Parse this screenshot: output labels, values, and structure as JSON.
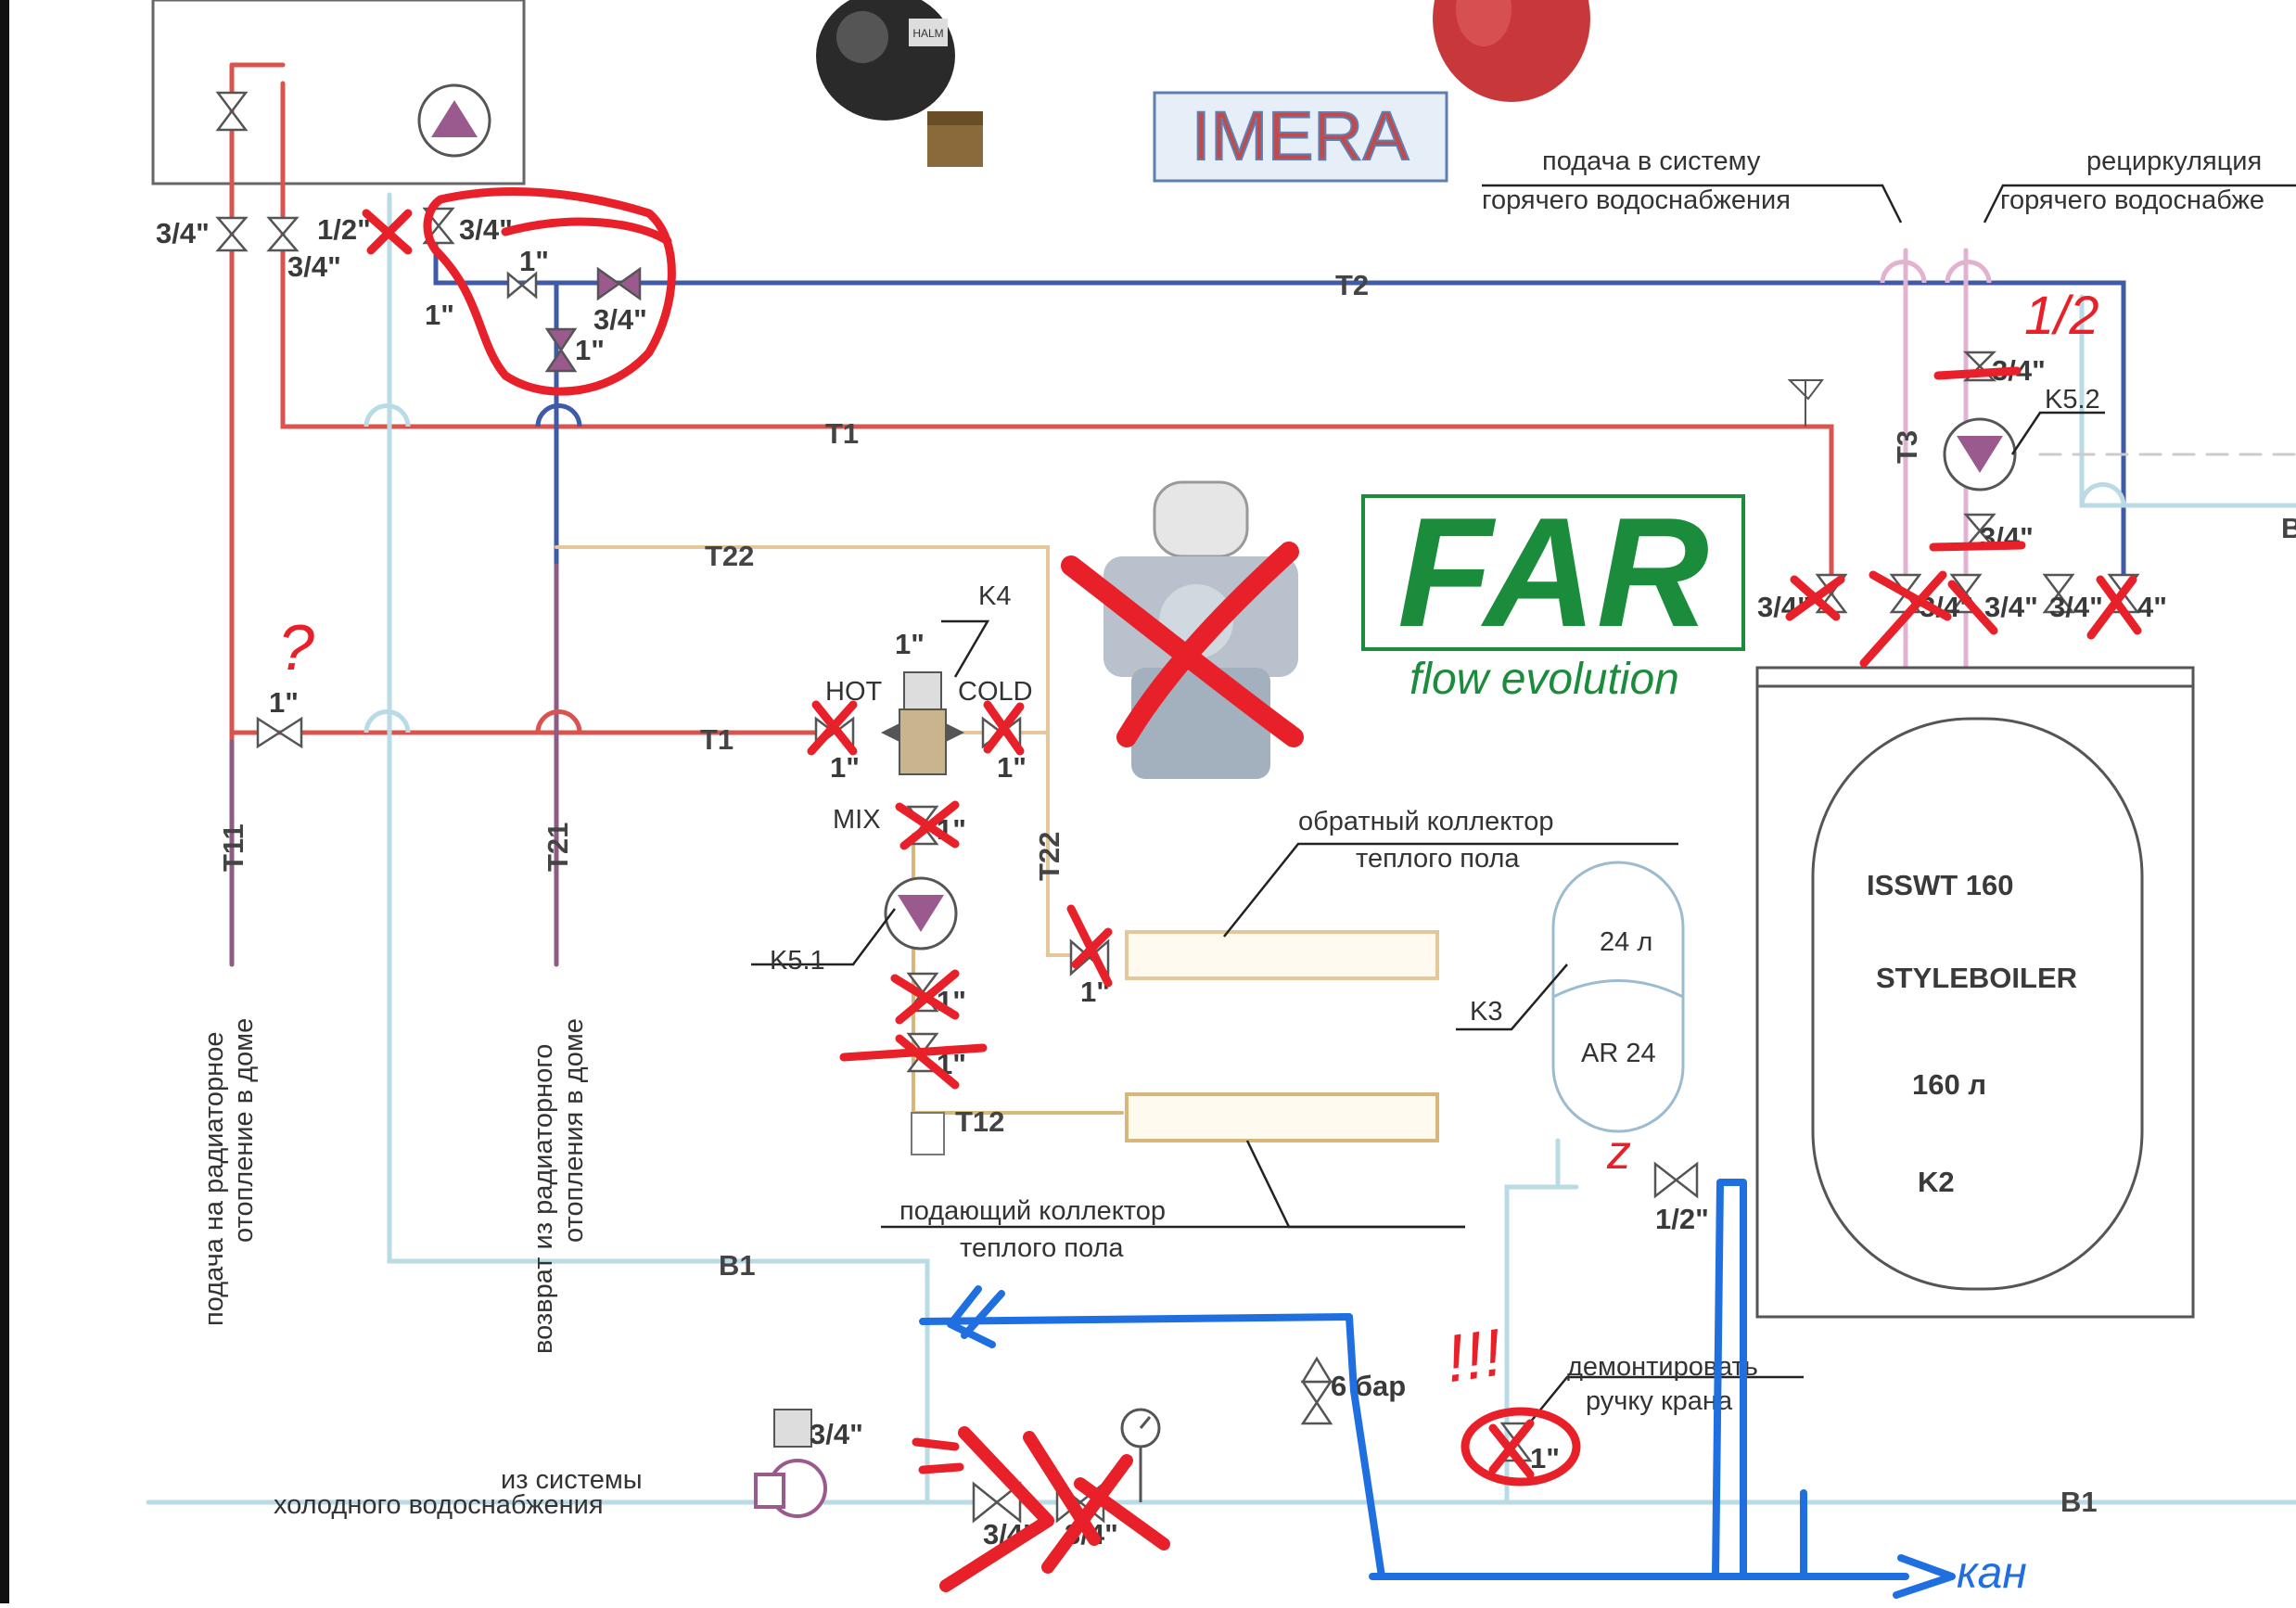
{
  "logos": {
    "imera": "IMERA",
    "far": "FAR",
    "far_tagline": "flow evolution",
    "pump_brand": "HALM"
  },
  "captions": {
    "hw_supply_line1": "подача в систему",
    "hw_supply_line2": "горячего водоснабжения",
    "hw_recirc_line1": "рециркуляция",
    "hw_recirc_line2": "горячего водоснабже",
    "return_floor_line1": "обратный коллектор",
    "return_floor_line2": "теплого пола",
    "supply_floor_line1": "подающий коллектор",
    "supply_floor_line2": "теплого пола",
    "radiator_supply_line1": "подача на радиаторное",
    "radiator_supply_line2": "отопление в доме",
    "radiator_return_line1": "возврат из радиаторного",
    "radiator_return_line2": "отопления в доме",
    "cold_water_line1": "из системы",
    "cold_water_line2": "холодного водоснабжения",
    "dismount_line1": "демонтировать",
    "dismount_line2": "ручку крана"
  },
  "pipes": {
    "t1_top": "T1",
    "t1_mid": "T1",
    "t2": "T2",
    "t3": "T3",
    "t11": "T11",
    "t12": "T12",
    "t21": "T21",
    "t22_top": "T22",
    "t22_side": "T22",
    "b1_left": "B1",
    "b1_right": "B1",
    "b_edge": "B"
  },
  "components": {
    "k4": "K4",
    "k5_1": "K5.1",
    "k5_2": "K5.2",
    "k3": "K3",
    "hot": "HOT",
    "cold": "COLD",
    "mix": "MIX",
    "tank_volume": "24 л",
    "tank_model": "AR 24",
    "boiler_model": "ISSWT 160",
    "boiler_brand": "STYLEBOILER",
    "boiler_volume": "160 л",
    "boiler_id": "K2",
    "relief_pressure": "6 бар"
  },
  "sizes": {
    "s34_a": "3/4\"",
    "s12_a": "1/2\"",
    "s34_b": "3/4\"",
    "s34_c": "3/4\"",
    "s1_a": "1\"",
    "s1_b": "1\"",
    "s34_d": "3/4\"",
    "s1_c": "1\"",
    "s1_k4": "1\"",
    "s1_t11": "1\"",
    "s1_hot": "1\"",
    "s1_cold": "1\"",
    "s1_mix": "1\"",
    "s1_ret": "1\"",
    "s1_pump": "1\"",
    "s1_below": "1\"",
    "s12_tank": "1/2\"",
    "s1_dismount": "1\"",
    "s34_cold": "3/4\"",
    "s34_cold2": "3/4\"",
    "s34_cold3": "3/4\"",
    "s34_boiler1": "3/4\"",
    "s34_boiler2": "3/4\"",
    "s34_boiler3": "3/4\"",
    "s34_boiler4": "3/4\"",
    "s34_boiler5": "4\"",
    "s34_k52": "3/4\"",
    "s34_k52b": "3/4\""
  },
  "annotations": {
    "half_inch": "1/2",
    "question": "?",
    "exclaim": "!!!",
    "z_mark": "z",
    "kan": "кан"
  },
  "colors": {
    "red_pipe": "#d9534f",
    "blue_pipe": "#3f5aa8",
    "lightblue_pipe": "#b9dbe6",
    "tan_pipe": "#e4c89a",
    "violet_pipe": "#8e5b84",
    "pink_pipe": "#e0b3d0",
    "hand_red": "#e8202a",
    "hand_blue": "#1f6fe0",
    "far_green": "#1a8c3c"
  }
}
